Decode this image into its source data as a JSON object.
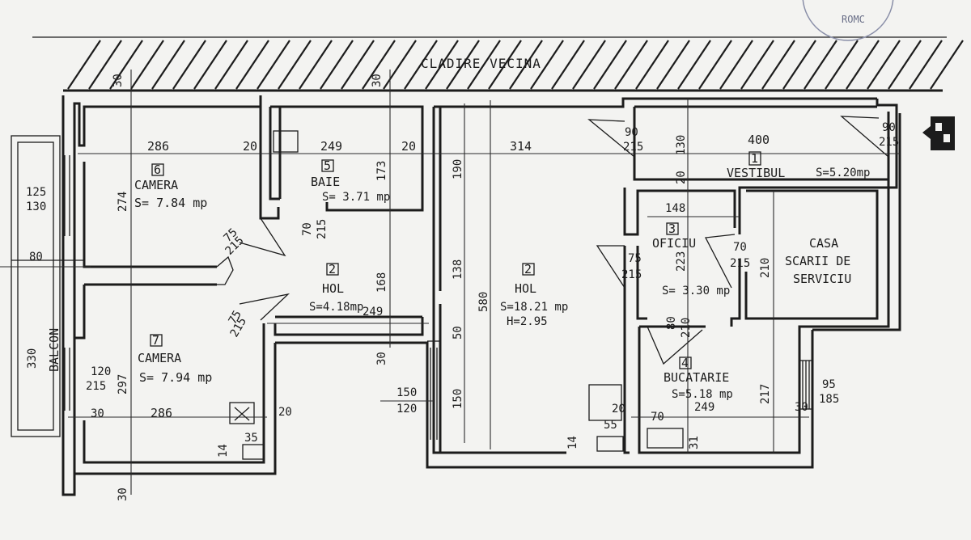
{
  "building_label": "CLADIRE VECINA",
  "rooms": [
    {
      "number": "6",
      "name": "CAMERA",
      "area": "S= 7.84 mp"
    },
    {
      "number": "5",
      "name": "BAIE",
      "area": "S= 3.71 mp"
    },
    {
      "number": "2",
      "name": "HOL",
      "area": "S=4.18mp"
    },
    {
      "number": "2",
      "name": "HOL",
      "area": "S=18.21 mp",
      "height": "H=2.95"
    },
    {
      "number": "1",
      "name": "VESTIBUL",
      "area": "S=5.20mp"
    },
    {
      "number": "3",
      "name": "OFICIU",
      "area": "S= 3.30 mp"
    },
    {
      "number": "",
      "name_lines": [
        "CASA",
        "SCARII DE",
        "SERVICIU"
      ]
    },
    {
      "number": "4",
      "name": "BUCATARIE",
      "area": "S=5.18 mp"
    },
    {
      "number": "7",
      "name": "CAMERA",
      "area": "S= 7.94 mp"
    }
  ],
  "balcony_label": "BALCON",
  "dimensions": {
    "d286a": "286",
    "d20a": "20",
    "d249a": "249",
    "d20b": "20",
    "d314": "314",
    "d400": "400",
    "d90a": "90",
    "d215a": "215",
    "d90b": "90",
    "d215b": "215",
    "d130a": "130",
    "d20c": "20",
    "d190": "190",
    "d173": "173",
    "d274": "274",
    "d125": "125",
    "d130b": "130",
    "d80": "80",
    "d330": "330",
    "d75a": "75",
    "d215c": "215",
    "d70a": "70",
    "d215d": "215",
    "d168": "168",
    "d138": "138",
    "d580": "580",
    "d249b": "249",
    "d75b": "75",
    "d215e": "215",
    "d50": "50",
    "d30a": "30",
    "d30b": "30",
    "d30c": "30",
    "d30d": "30",
    "d148": "148",
    "d75c": "75",
    "d215f": "215",
    "d223": "223",
    "d70b": "70",
    "d215g": "215",
    "d210a": "210",
    "d80b": "80",
    "d210b": "210",
    "d120": "120",
    "d215h": "215",
    "d297": "297",
    "d30e": "30",
    "d286b": "286",
    "d20d": "20",
    "d35": "35",
    "d14a": "14",
    "d150a": "150",
    "d120b": "120",
    "d150b": "150",
    "d20e": "20",
    "d55": "55",
    "d14b": "14",
    "d70c": "70",
    "d31": "31",
    "d249c": "249",
    "d217": "217",
    "d30f": "30",
    "d95": "95",
    "d185": "185"
  },
  "stamp_text": "ROMC"
}
